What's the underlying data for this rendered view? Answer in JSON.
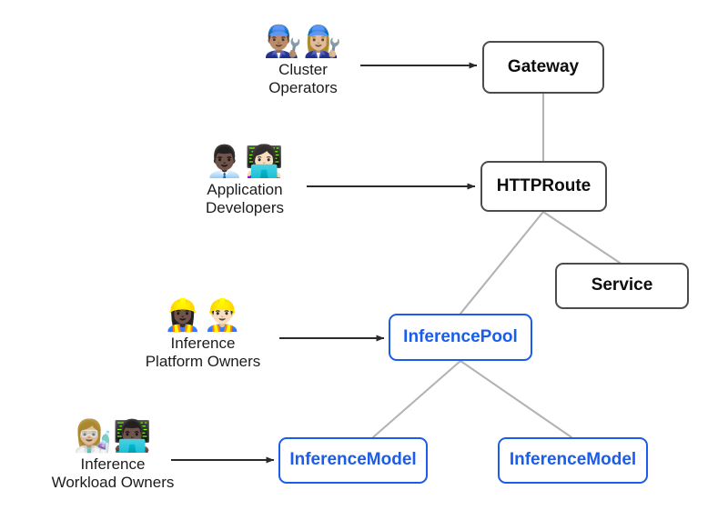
{
  "diagram": {
    "title": "Gateway API Inference Extension resource model and personas",
    "background_color": "#ffffff",
    "edge_color": "#b3b3b3",
    "arrow_color": "#2b2b2b",
    "k8s_border_color": "#4c4c4c",
    "k8s_text_color": "#0d0d0d",
    "gie_accent_color": "#1a5ceb"
  },
  "personas": [
    {
      "id": "cluster-operators",
      "label": "Cluster\nOperators",
      "icons": [
        "mechanic-man-icon",
        "mechanic-woman-icon"
      ],
      "glyphs": "👨🏽‍🔧👩🏼‍🔧",
      "targets": "gateway"
    },
    {
      "id": "application-developers",
      "label": "Application\nDevelopers",
      "icons": [
        "office-worker-icon",
        "technologist-woman-icon"
      ],
      "glyphs": "👨🏿‍💼👩🏻‍💻",
      "targets": "httproute"
    },
    {
      "id": "inference-platform-owners",
      "label": "Inference\nPlatform Owners",
      "icons": [
        "construction-worker-woman-icon",
        "construction-worker-man-icon"
      ],
      "glyphs": "👷🏿‍♀️👷🏻‍♂️",
      "targets": "inferencepool"
    },
    {
      "id": "inference-workload-owners",
      "label": "Inference\nWorkload Owners",
      "icons": [
        "scientist-woman-icon",
        "technologist-man-icon"
      ],
      "glyphs": "👩🏼‍🔬👨🏿‍💻",
      "targets": "inferencemodel-left"
    }
  ],
  "nodes": [
    {
      "id": "gateway",
      "label": "Gateway",
      "kind": "k8s"
    },
    {
      "id": "httproute",
      "label": "HTTPRoute",
      "kind": "k8s"
    },
    {
      "id": "service",
      "label": "Service",
      "kind": "k8s"
    },
    {
      "id": "inferencepool",
      "label": "InferencePool",
      "kind": "gie"
    },
    {
      "id": "inferencemodel_left",
      "label": "InferenceModel",
      "kind": "gie"
    },
    {
      "id": "inferencemodel_right",
      "label": "InferenceModel",
      "kind": "gie"
    }
  ],
  "edges": [
    {
      "from": "gateway",
      "to": "httproute",
      "style": "plain"
    },
    {
      "from": "httproute",
      "to": "inferencepool",
      "style": "plain"
    },
    {
      "from": "httproute",
      "to": "service",
      "style": "plain"
    },
    {
      "from": "inferencepool",
      "to": "inferencemodel_left",
      "style": "plain"
    },
    {
      "from": "inferencepool",
      "to": "inferencemodel_right",
      "style": "plain"
    },
    {
      "from": "cluster-operators",
      "to": "gateway",
      "style": "arrow"
    },
    {
      "from": "application-developers",
      "to": "httproute",
      "style": "arrow"
    },
    {
      "from": "inference-platform-owners",
      "to": "inferencepool",
      "style": "arrow"
    },
    {
      "from": "inference-workload-owners",
      "to": "inferencemodel_left",
      "style": "arrow"
    }
  ]
}
